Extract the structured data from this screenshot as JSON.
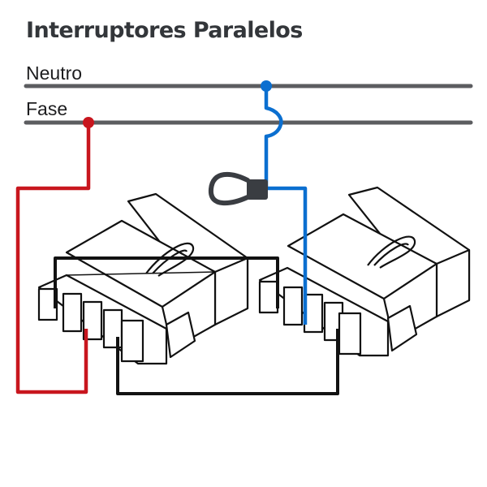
{
  "title": "Interruptores Paralelos",
  "lines": {
    "neutral_label": "Neutro",
    "phase_label": "Fase"
  },
  "colors": {
    "bus_line": "#5c5d60",
    "phase_wire": "#c8161e",
    "neutral_wire": "#0b6fd0",
    "traveler_wire": "#121212",
    "lamp": "#3a3d42",
    "switch_outline": "#111111"
  },
  "components": {
    "lamp": "lamp-holder",
    "switch_left": "switch",
    "switch_right": "switch"
  }
}
